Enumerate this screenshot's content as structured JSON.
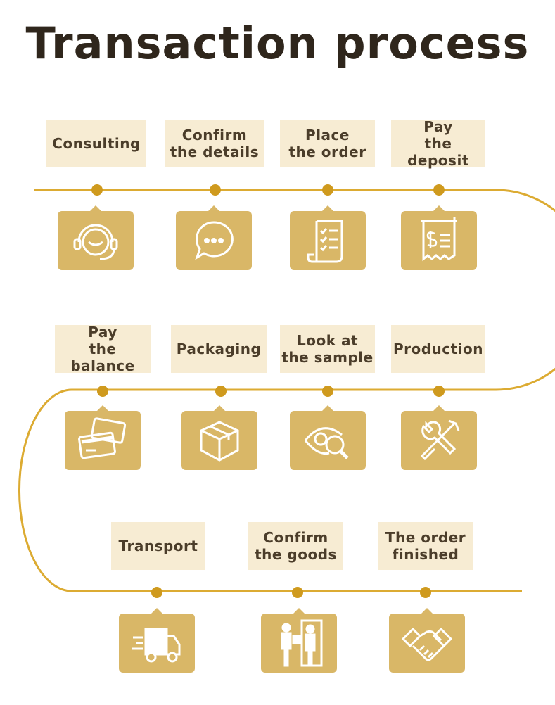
{
  "title": "Transaction process",
  "colors": {
    "line": "#dcab32",
    "dot": "#cf9a1e",
    "box": "#d9b767",
    "label_bg": "#f7ecd3",
    "label_text": "#4b3d2a",
    "title": "#2f261c"
  },
  "steps": [
    {
      "lines": [
        "Consulting"
      ],
      "icon": "headset-icon"
    },
    {
      "lines": [
        "Confirm",
        "the details"
      ],
      "icon": "chat-bubble-icon"
    },
    {
      "lines": [
        "Place",
        "the order"
      ],
      "icon": "checklist-scroll-icon"
    },
    {
      "lines": [
        "Pay",
        "the deposit"
      ],
      "icon": "receipt-dollar-icon"
    },
    {
      "lines": [
        "Production"
      ],
      "icon": "tools-icon"
    },
    {
      "lines": [
        "Look at",
        "the sample"
      ],
      "icon": "eye-magnifier-icon"
    },
    {
      "lines": [
        "Packaging"
      ],
      "icon": "package-box-icon"
    },
    {
      "lines": [
        "Pay",
        "the balance"
      ],
      "icon": "credit-cards-icon"
    },
    {
      "lines": [
        "Transport"
      ],
      "icon": "delivery-truck-icon"
    },
    {
      "lines": [
        "Confirm",
        "the goods"
      ],
      "icon": "delivery-handover-icon"
    },
    {
      "lines": [
        "The order",
        "finished"
      ],
      "icon": "handshake-icon"
    }
  ]
}
